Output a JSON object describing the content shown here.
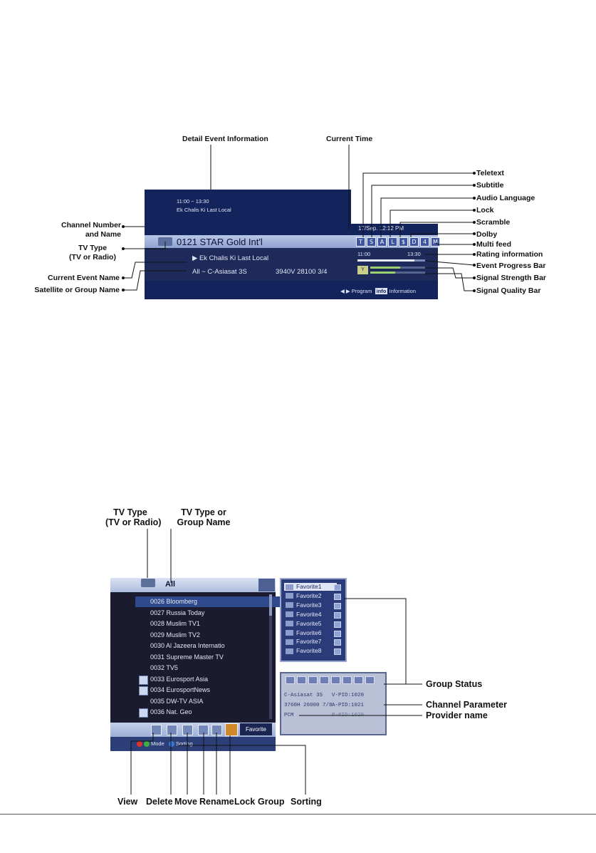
{
  "figure1": {
    "labels": {
      "detail_event_information": "Detail Event Information",
      "current_time": "Current Time",
      "teletext": "Teletext",
      "subtitle": "Subtitle",
      "audio_language": "Audio Language",
      "lock": "Lock",
      "scramble": "Scramble",
      "dolby": "Dolby",
      "multi_feed": "Multi feed",
      "rating_information": "Rating information",
      "event_progress_bar": "Event Progress Bar",
      "signal_strength_bar": "Signal Strength Bar",
      "signal_quality_bar": "Signal Quality Bar",
      "channel_number_line1": "Channel Number",
      "channel_number_line2": "and Name",
      "tv_type_line1": "TV Type",
      "tv_type_line2": "(TV or Radio)",
      "current_event_name": "Current Event Name",
      "satellite_group_name": "Satellite or Group Name"
    },
    "osd": {
      "event_time": "11:00 ~ 13:30",
      "event_title": "Ek Chalis Ki Last Local",
      "current_time": "17/Sep. 12:12 PM",
      "channel_name": "0121 STAR Gold Int'l",
      "icons": [
        "T",
        "S",
        "A",
        "L",
        "$",
        "D",
        "4",
        "M"
      ],
      "current_event": "▶ Ek Chalis Ki Last Local",
      "satellite": "All ~ C-Asiasat 3S",
      "frequency": "3940V 28100 3/4",
      "time_start": "11:00",
      "time_end": "13:30",
      "progress": 0.84,
      "signal_strength": 0.55,
      "signal_quality": 0.45,
      "help_program": "◀ ▶ Program",
      "help_info_key": "info",
      "help_info": "Information"
    }
  },
  "figure2": {
    "labels": {
      "tv_type_line1": "TV Type",
      "tv_type_line2": "(TV or Radio)",
      "tv_type_group_line1": "TV Type or",
      "tv_type_group_line2": "Group Name",
      "group_status": "Group Status",
      "channel_parameter": "Channel Parameter",
      "provider_name": "Provider name",
      "view": "View",
      "delete": "Delete",
      "move": "Move",
      "rename": "Rename",
      "lock": "Lock",
      "group": "Group",
      "sorting": "Sorting"
    },
    "list_header": "All",
    "channels": [
      {
        "name": "0026 Bloomberg",
        "badge": false
      },
      {
        "name": "0027 Russia Today",
        "badge": false
      },
      {
        "name": "0028 Muslim TV1",
        "badge": false
      },
      {
        "name": "0029 Muslim TV2",
        "badge": false
      },
      {
        "name": "0030 Al Jazeera Internatio",
        "badge": false
      },
      {
        "name": "0031 Supreme Master TV",
        "badge": false
      },
      {
        "name": "0032 TV5",
        "badge": false
      },
      {
        "name": "0033 Eurosport Asia",
        "badge": true
      },
      {
        "name": "0034 EurosportNews",
        "badge": true
      },
      {
        "name": "0035 DW-TV ASIA",
        "badge": false
      },
      {
        "name": "0036 Nat. Geo",
        "badge": true
      }
    ],
    "favorites": [
      "Favorite1",
      "Favorite2",
      "Favorite3",
      "Favorite4",
      "Favorite5",
      "Favorite6",
      "Favorite7",
      "Favorite8"
    ],
    "favorite_button": "Favorite",
    "footer_mode": "Mode",
    "footer_sorting": "Sorting",
    "params": {
      "satellite": "C-Asiasat 3S",
      "vpid": "V-PID:1020",
      "tp": "3760H 26000 7/8",
      "apid": "A-PID:1021",
      "provider": "PCM",
      "ppid": "P-PID:1020"
    }
  }
}
